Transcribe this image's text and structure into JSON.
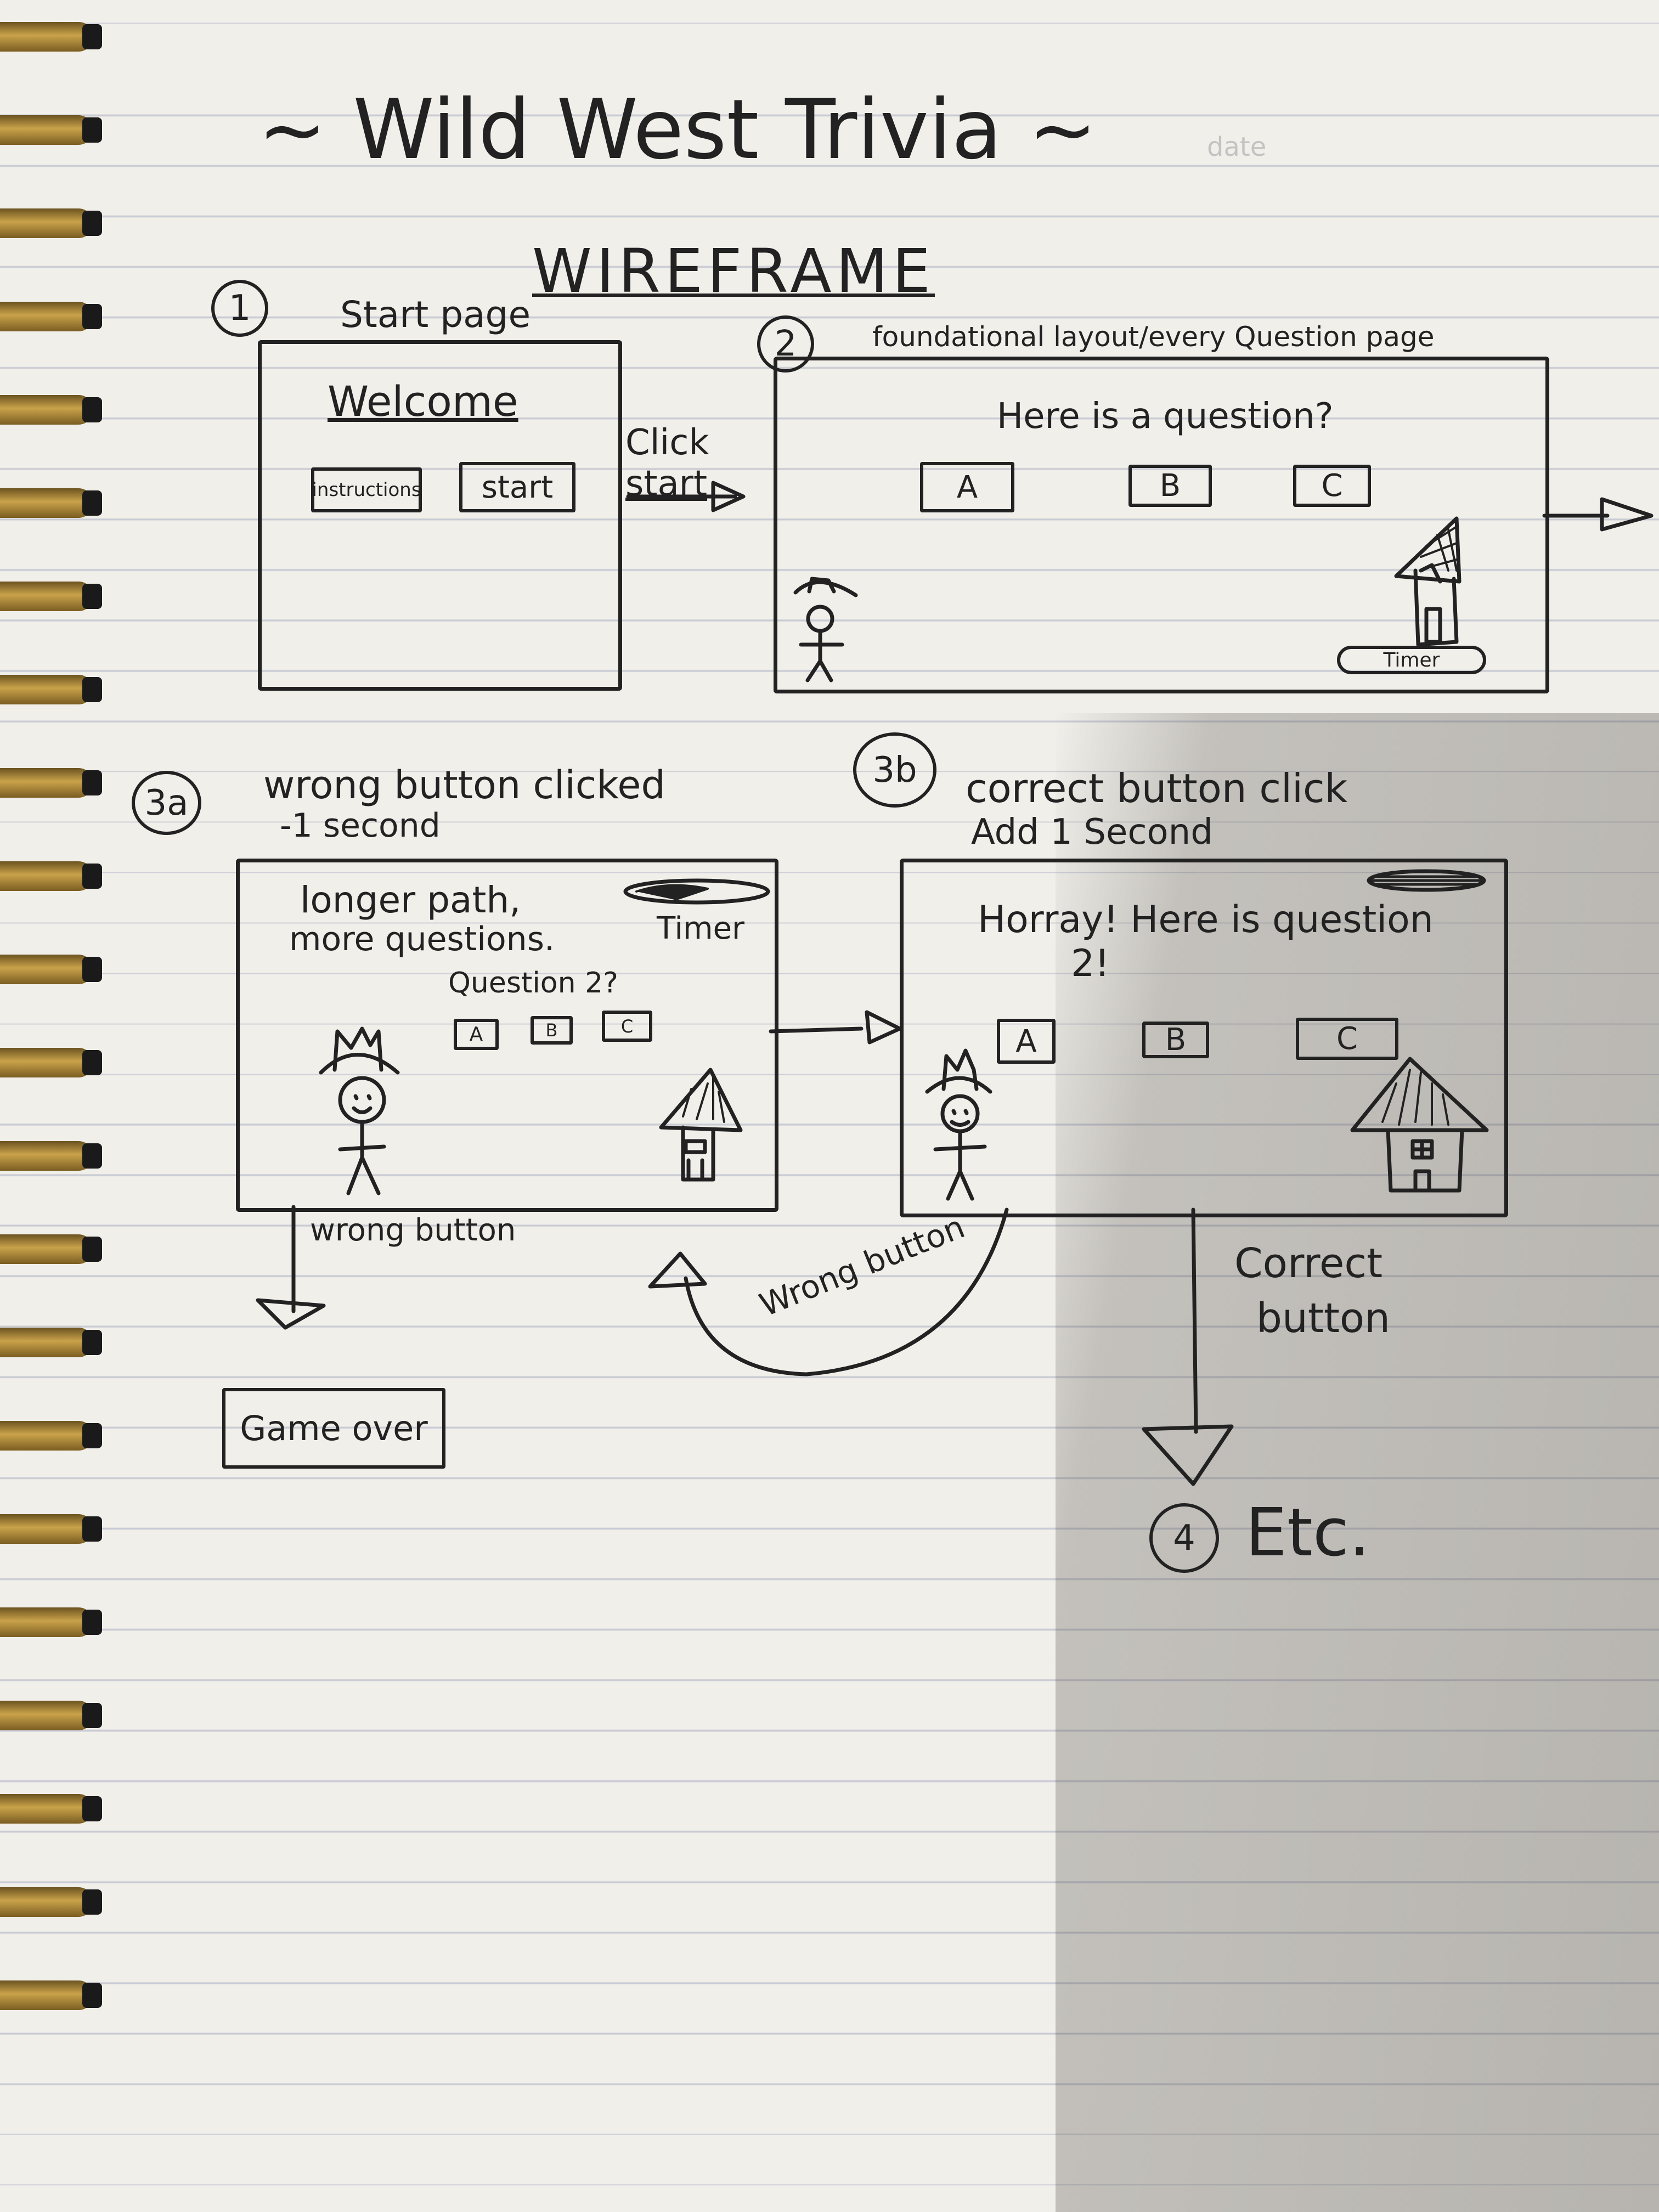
{
  "title": "~ Wild West Trivia ~",
  "date_label": "date",
  "heading": "WIREFRAME",
  "step1": {
    "num": "1",
    "label": "Start page",
    "welcome": "Welcome",
    "btn_instructions": "instructions",
    "btn_start": "start"
  },
  "click_start": {
    "line1": "Click",
    "line2": "start"
  },
  "step2": {
    "num": "2",
    "label": "foundational layout/every Question page",
    "question": "Here is a question?",
    "btn_a": "A",
    "btn_b": "B",
    "btn_c": "C",
    "timer": "Timer"
  },
  "step3a": {
    "num": "3a",
    "label1": "wrong button clicked",
    "label2": "-1 second",
    "text1": "longer path,",
    "text2": "more questions.",
    "timer": "Timer",
    "question": "Question 2?",
    "btn_a": "A",
    "btn_b": "B",
    "btn_c": "C"
  },
  "step3b": {
    "num": "3b",
    "label1": "correct button click",
    "label2": "Add 1 Second",
    "text1": "Horray! Here is question",
    "text2": "2!",
    "btn_a": "A",
    "btn_b": "B",
    "btn_c": "C"
  },
  "wrong_button_down": "wrong button",
  "game_over": "Game over",
  "wrong_button_curve": "Wrong button",
  "correct_button": {
    "line1": "Correct",
    "line2": "button"
  },
  "step4": {
    "num": "4",
    "label": "Etc."
  }
}
